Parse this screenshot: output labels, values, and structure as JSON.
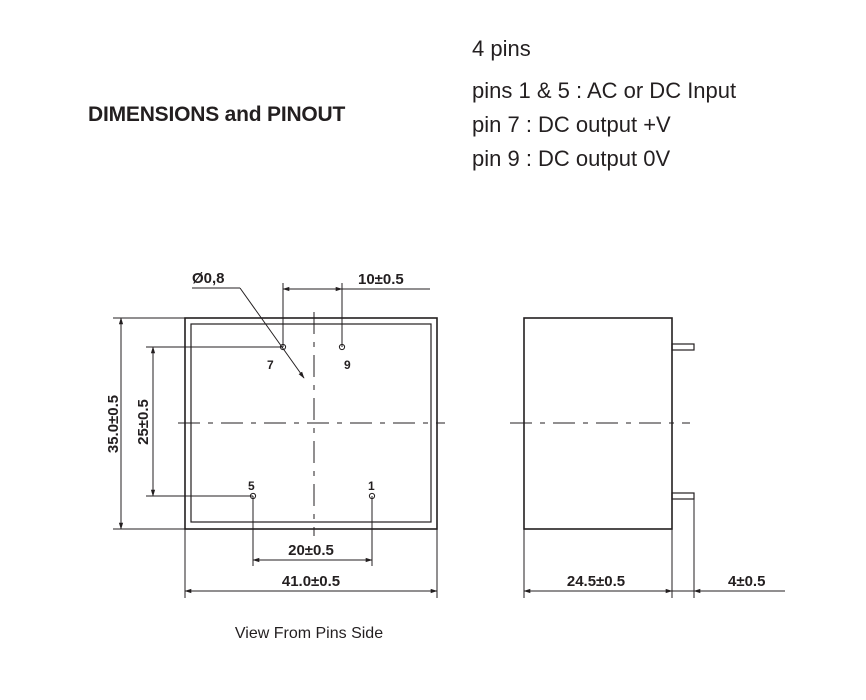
{
  "header": {
    "title": "DIMENSIONS and PINOUT",
    "pin_count": "4 pins",
    "pinout": [
      "pins 1 & 5 : AC or DC Input",
      "pin 7 : DC output +V",
      "pin 9 : DC output  0V"
    ]
  },
  "front_view": {
    "dims": {
      "pin_diameter": "Ø0,8",
      "pin_spacing_top": "10±0.5",
      "height_total": "35.0±0.5",
      "height_pins": "25±0.5",
      "pin_spacing_bottom": "20±0.5",
      "width_total": "41.0±0.5"
    },
    "pins": {
      "p7": "7",
      "p9": "9",
      "p5": "5",
      "p1": "1"
    },
    "caption": "View From Pins Side"
  },
  "side_view": {
    "dims": {
      "depth": "24.5±0.5",
      "pin_length": "4±0.5"
    }
  },
  "colors": {
    "ink": "#231f20",
    "background": "#ffffff"
  }
}
